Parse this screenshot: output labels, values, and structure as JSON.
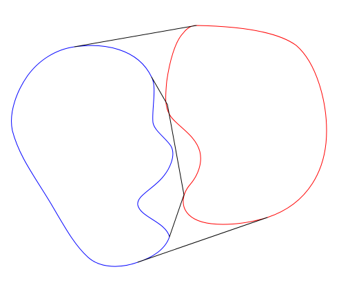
{
  "diagram": {
    "kind": "convex hull of two closed curves",
    "background": "#ffffff",
    "shapes": [
      {
        "id": "left-curve",
        "color": "#0000ff",
        "role": "closed curve"
      },
      {
        "id": "right-curve",
        "color": "#ff0000",
        "role": "closed curve"
      },
      {
        "id": "hull",
        "color": "#000000",
        "role": "bridging outline"
      }
    ]
  }
}
